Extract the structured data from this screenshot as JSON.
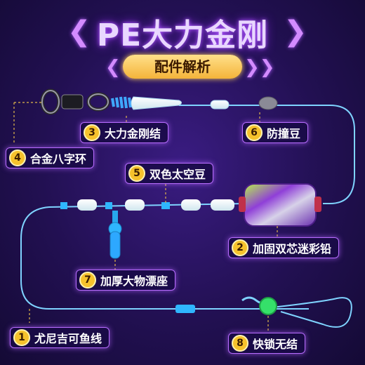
{
  "title": "PE大力金刚",
  "subtitle": "配件解析",
  "components": [
    {
      "number": "1",
      "name": "尤尼吉可鱼线"
    },
    {
      "number": "2",
      "name": "加固双芯迷彩铅"
    },
    {
      "number": "3",
      "name": "大力金刚结"
    },
    {
      "number": "4",
      "name": "合金八字环"
    },
    {
      "number": "5",
      "name": "双色太空豆"
    },
    {
      "number": "6",
      "name": "防撞豆"
    },
    {
      "number": "7",
      "name": "加厚大物漂座"
    },
    {
      "number": "8",
      "name": "快锁无结"
    }
  ],
  "colors": {
    "accent": "#b86cff",
    "badge": "#f6c22c",
    "line": "#7fd3ff",
    "lock": "#35e06a"
  },
  "icons": [
    "chevron-left-icon",
    "chevron-right-icon"
  ]
}
